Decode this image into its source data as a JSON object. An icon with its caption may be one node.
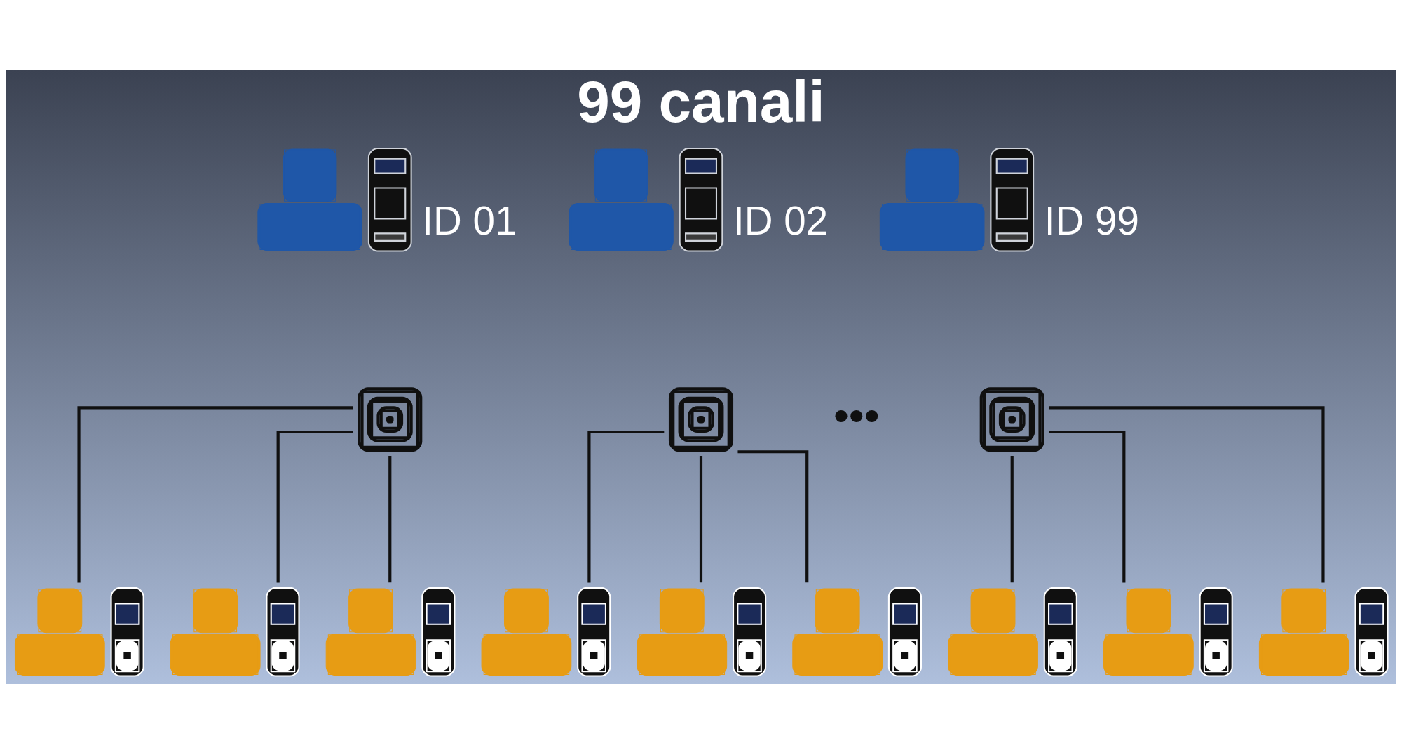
{
  "diagram": {
    "title": "99 canali",
    "nodes": [
      {
        "text": [],
        "shape": "picture",
        "beside": [
          "ID 01"
        ]
      },
      {
        "text": [],
        "shape": "picture",
        "beside": [
          "ID 02"
        ]
      },
      {
        "text": [],
        "shape": "picture",
        "beside": [
          "ID 99"
        ]
      },
      {
        "text": [],
        "shape": "picture"
      },
      {
        "text": [],
        "shape": "picture"
      },
      {
        "text": [],
        "shape": "picture"
      },
      {
        "text": [],
        "shape": "picture"
      },
      {
        "text": [],
        "shape": "picture"
      },
      {
        "text": [],
        "shape": "picture"
      },
      {
        "text": [],
        "shape": "picture"
      },
      {
        "text": [],
        "shape": "picture"
      },
      {
        "text": [],
        "shape": "picture"
      },
      {
        "text": [],
        "shape": "picture"
      },
      {
        "text": [],
        "shape": "picture"
      },
      {
        "text": [],
        "shape": "picture"
      }
    ],
    "edges": [
      {
        "from": 3,
        "to": 6,
        "arrow": "none"
      },
      {
        "from": 3,
        "to": 7,
        "arrow": "none"
      },
      {
        "from": 3,
        "to": 8,
        "arrow": "none"
      },
      {
        "from": 4,
        "to": 9,
        "arrow": "none"
      },
      {
        "from": 4,
        "to": 10,
        "arrow": "none"
      },
      {
        "from": 4,
        "to": 11,
        "arrow": "none"
      },
      {
        "from": 5,
        "to": 12,
        "arrow": "none"
      },
      {
        "from": 5,
        "to": 13,
        "arrow": "none"
      },
      {
        "from": 5,
        "to": 14,
        "arrow": "none"
      }
    ],
    "labels": [
      "•••"
    ]
  }
}
